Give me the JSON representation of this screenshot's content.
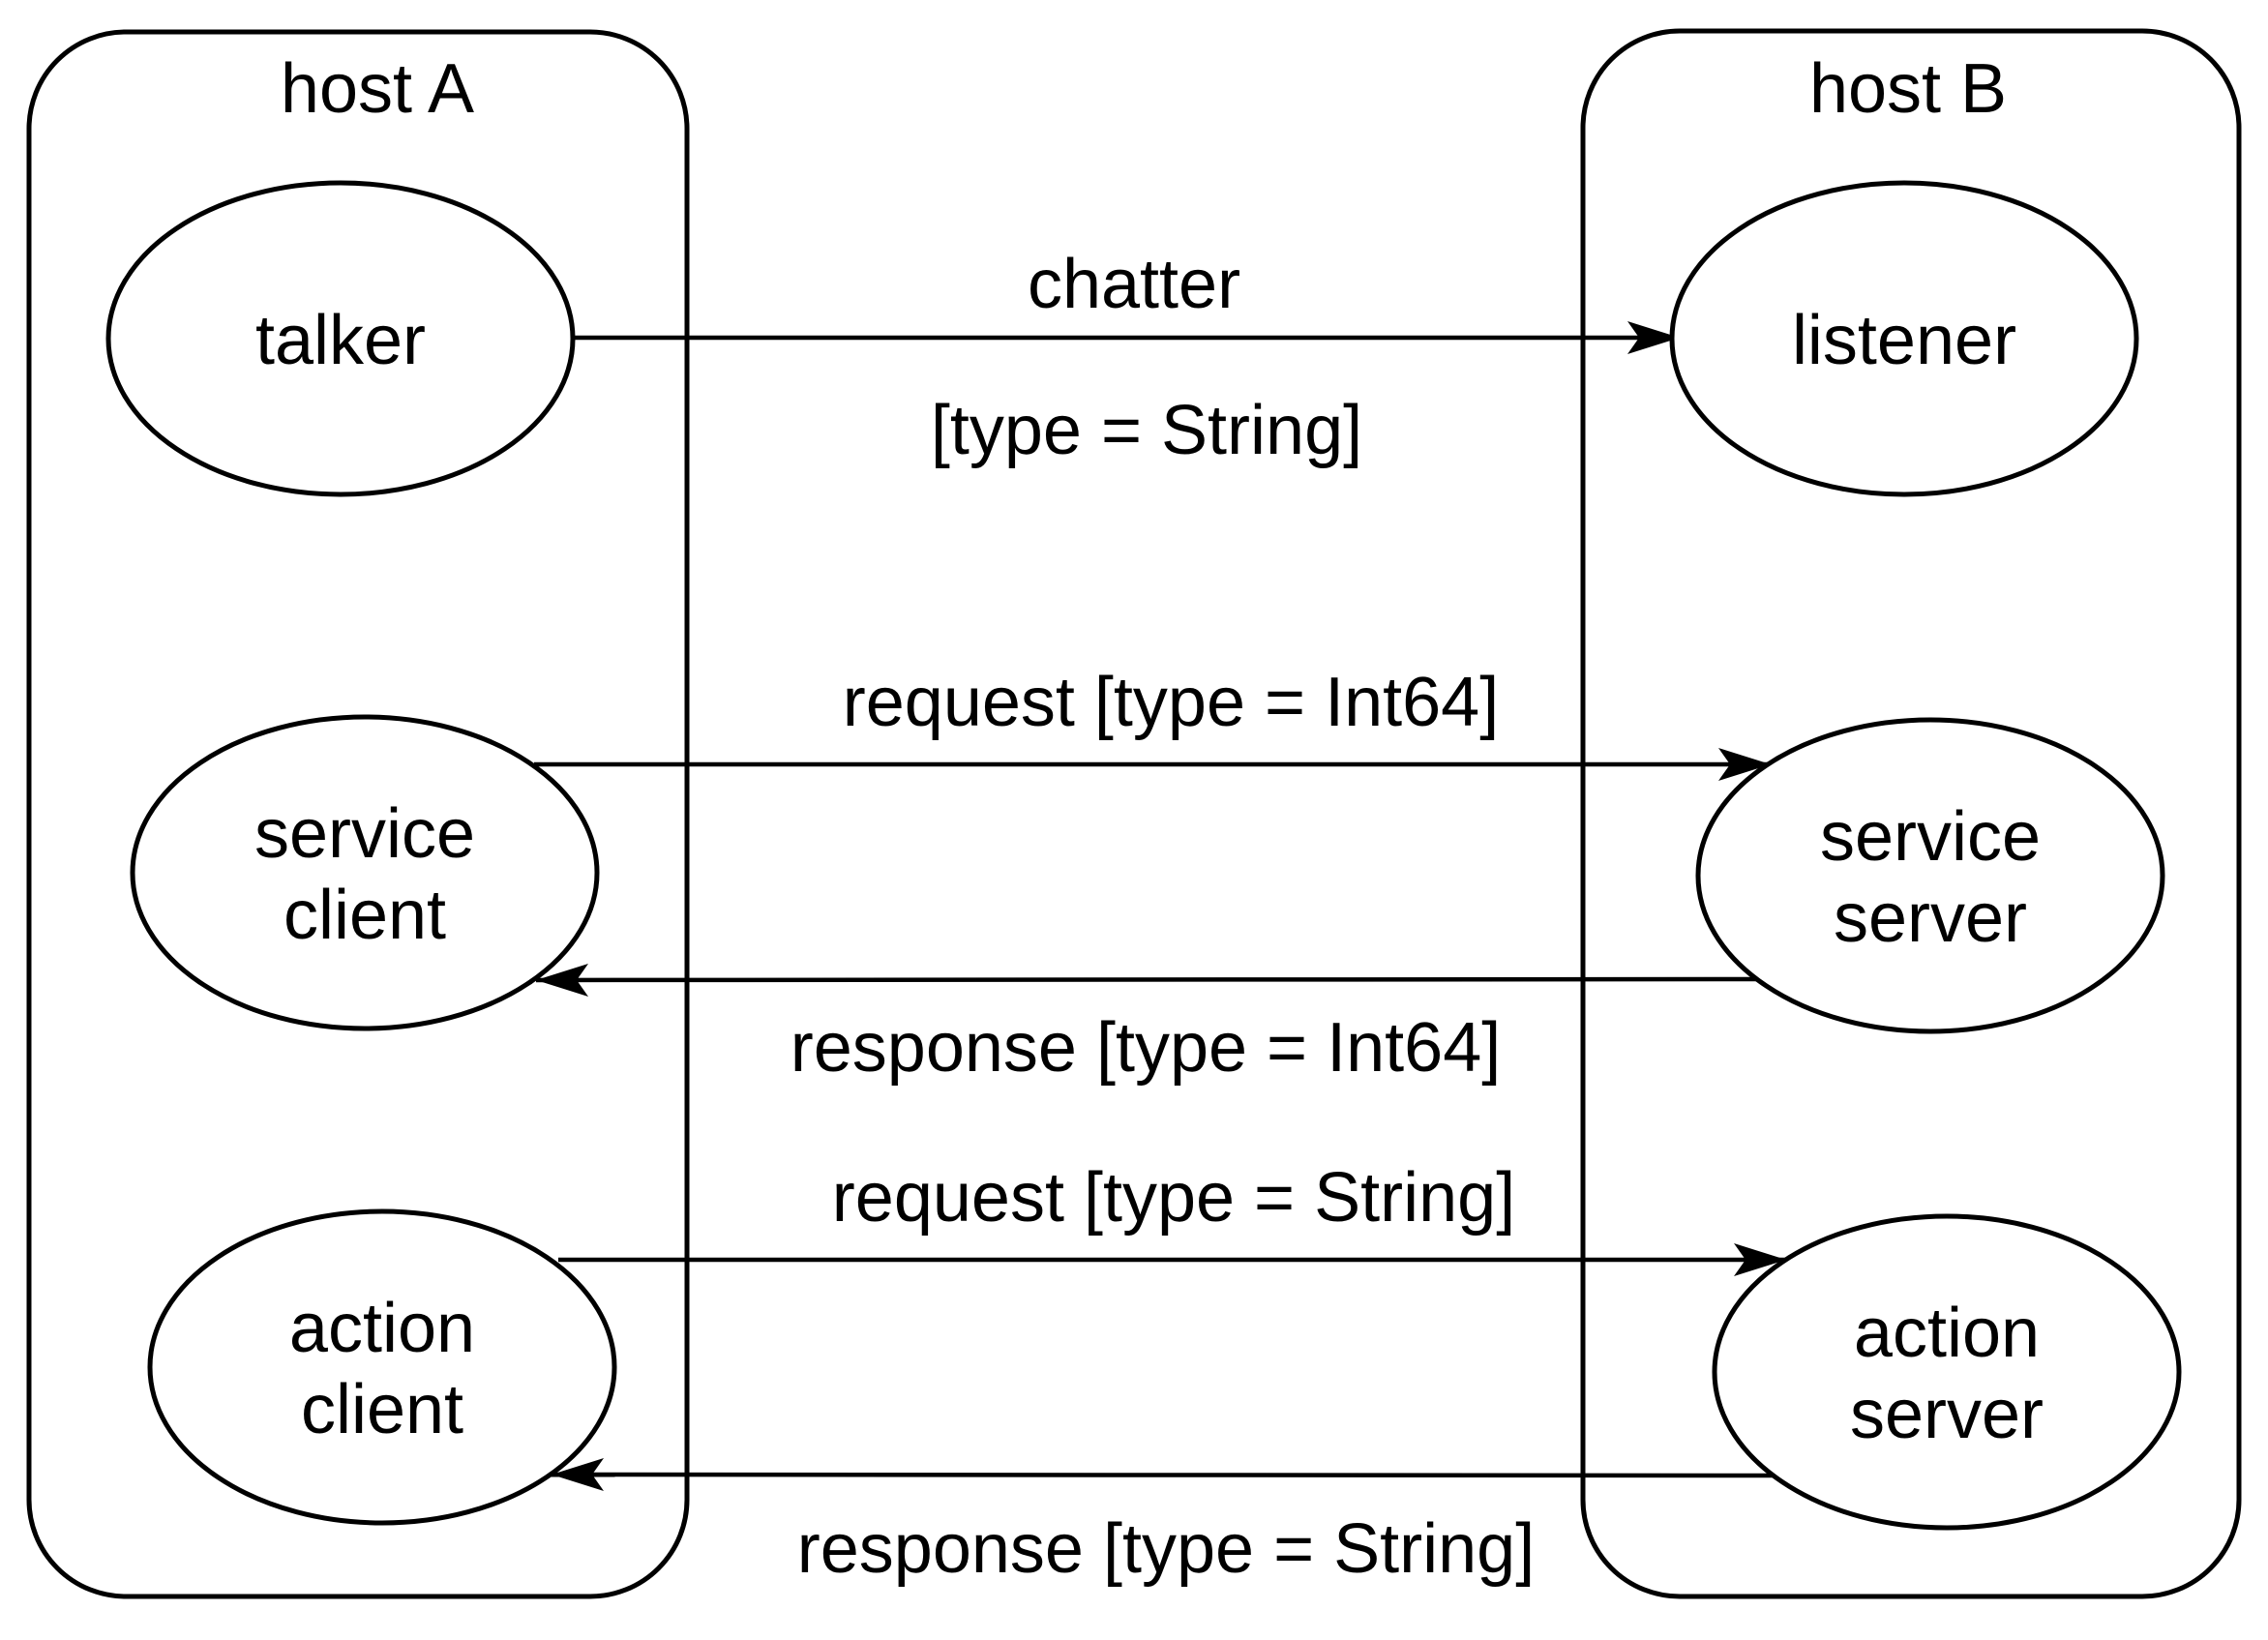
{
  "colors": {
    "background": "#ffffff",
    "stroke": "#000000",
    "text": "#000000"
  },
  "hosts": [
    {
      "id": "host-a",
      "label": "host A"
    },
    {
      "id": "host-b",
      "label": "host B"
    }
  ],
  "nodes": [
    {
      "id": "talker",
      "host": "host A",
      "lines": [
        "talker"
      ]
    },
    {
      "id": "listener",
      "host": "host B",
      "lines": [
        "listener"
      ]
    },
    {
      "id": "service-client",
      "host": "host A",
      "lines": [
        "service",
        "client"
      ]
    },
    {
      "id": "service-server",
      "host": "host B",
      "lines": [
        "service",
        "server"
      ]
    },
    {
      "id": "action-client",
      "host": "host A",
      "lines": [
        "action",
        "client"
      ]
    },
    {
      "id": "action-server",
      "host": "host B",
      "lines": [
        "action",
        "server"
      ]
    }
  ],
  "edges": [
    {
      "id": "chatter",
      "from": "talker",
      "to": "listener",
      "label_top": "chatter",
      "label_bottom": "[type = String]"
    },
    {
      "id": "service-request",
      "from": "service client",
      "to": "service server",
      "label": "request [type = Int64]"
    },
    {
      "id": "service-response",
      "from": "service server",
      "to": "service client",
      "label": "response [type = Int64]"
    },
    {
      "id": "action-request",
      "from": "action client",
      "to": "action server",
      "label": "request [type = String]"
    },
    {
      "id": "action-response",
      "from": "action server",
      "to": "action client",
      "label": "response [type = String]"
    }
  ]
}
